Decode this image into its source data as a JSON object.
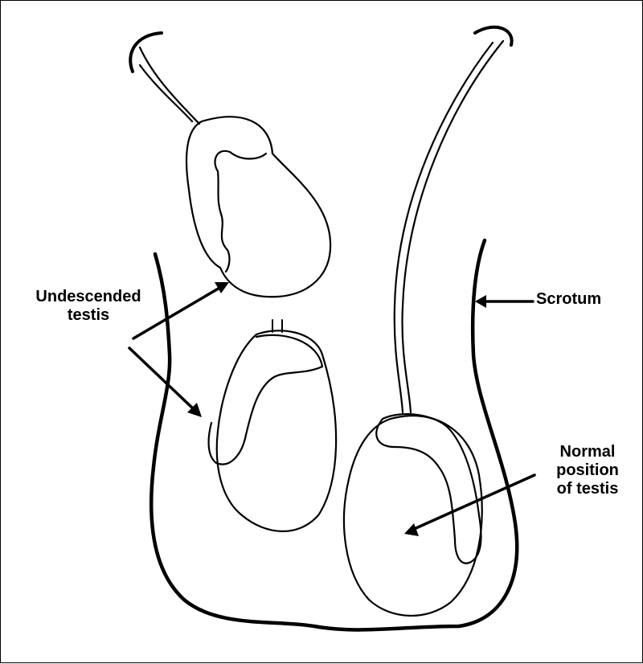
{
  "labels": {
    "undescended": [
      "Undescended",
      "testis"
    ],
    "scrotum": "Scrotum",
    "normal": [
      "Normal",
      "position",
      "of testis"
    ]
  },
  "colors": {
    "line": "#000000",
    "background": "#ffffff"
  }
}
